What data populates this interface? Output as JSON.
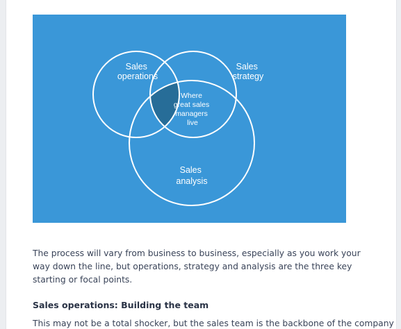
{
  "previous_line": "",
  "diagram": {
    "background_color": "#3a97d8",
    "overlap_color": "#276d98",
    "circles": [
      {
        "label_lines": [
          "Sales",
          "operations"
        ]
      },
      {
        "label_lines": [
          "Sales",
          "strategy"
        ]
      },
      {
        "label_lines": [
          "Sales",
          "analysis"
        ]
      }
    ],
    "center_label_lines": [
      "Where",
      "great sales",
      "managers",
      "live"
    ]
  },
  "article": {
    "intro_paragraph": "The process will vary from business to business, especially as you work your way down the line, but operations, strategy and analysis are the three key starting or focal points.",
    "section_heading": "Sales operations: Building the team",
    "section_paragraph_start": "This may not be a total shocker, but the sales team is the backbone of the company"
  }
}
